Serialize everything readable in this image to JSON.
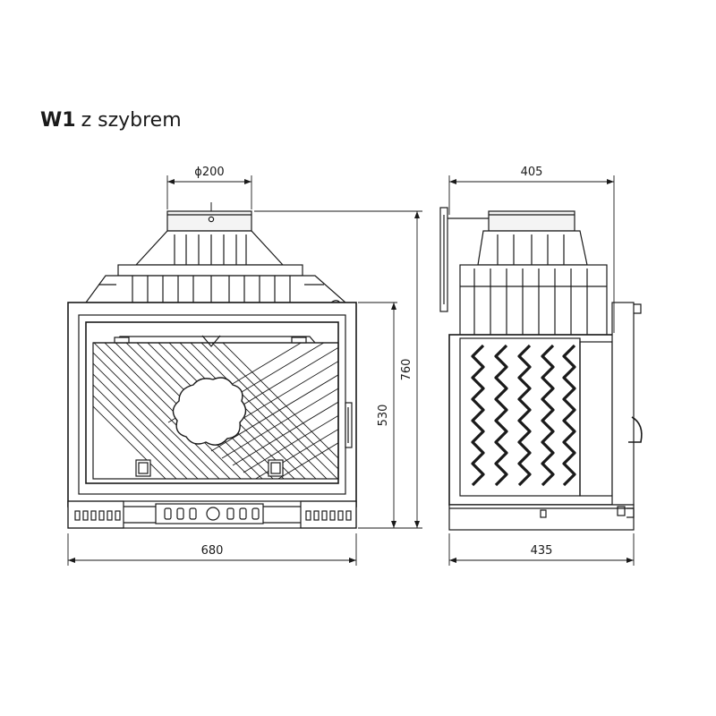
{
  "title": {
    "model": "W1",
    "variant": "z szybrem"
  },
  "dimensions": {
    "flue_diameter": "ϕ200",
    "front_width": "680",
    "front_height_total": "760",
    "front_height_body": "530",
    "side_depth_top": "405",
    "side_depth_bottom": "435"
  }
}
